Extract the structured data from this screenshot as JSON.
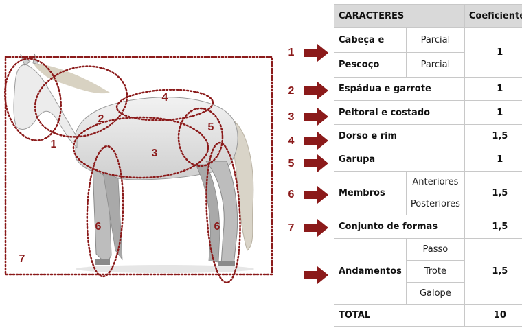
{
  "colors": {
    "accent": "#8b1a1a",
    "header_bg": "#d9d9d9",
    "border": "#c8c8c8"
  },
  "horse_labels": [
    "1",
    "2",
    "3",
    "4",
    "5",
    "6",
    "6",
    "7"
  ],
  "arrow_labels": [
    "1",
    "2",
    "3",
    "4",
    "5",
    "6",
    "7"
  ],
  "table": {
    "header": {
      "caracteres": "CARACTERES",
      "coeficientes": "Coeficientes"
    },
    "cabeca_line1": "Cabeça e",
    "cabeca_line2": "Pescoço",
    "parcial_1": "Parcial",
    "parcial_2": "Parcial",
    "cabeca_coef": "1",
    "espadua": "Espádua e garrote",
    "espadua_coef": "1",
    "peitoral": "Peitoral e costado",
    "peitoral_coef": "1",
    "dorso": "Dorso e rim",
    "dorso_coef": "1,5",
    "garupa": "Garupa",
    "garupa_coef": "1",
    "membros": "Membros",
    "anteriores": "Anteriores",
    "posteriores": "Posteriores",
    "membros_coef": "1,5",
    "conjunto": "Conjunto de formas",
    "conjunto_coef": "1,5",
    "andamentos": "Andamentos",
    "passo": "Passo",
    "trote": "Trote",
    "galope": "Galope",
    "andamentos_coef": "1,5",
    "total": "TOTAL",
    "total_value": "10"
  }
}
